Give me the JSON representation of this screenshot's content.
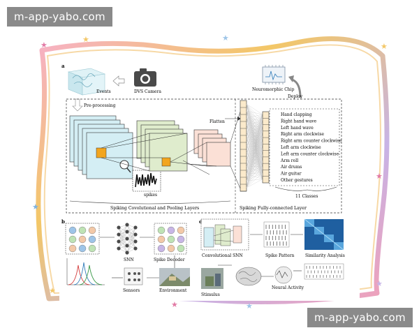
{
  "watermark": {
    "top": "m-app-yabo.com",
    "bottom": "m-app-yabo.com"
  },
  "panels": {
    "a": "a",
    "b": "b",
    "c": "c"
  },
  "top": {
    "events": "Events",
    "camera": "DVS Camera",
    "chip": "Neuromorphic Chip",
    "deploy": "Deploy",
    "preprocessing": "Pre-processing",
    "flatten": "Flatten",
    "spikes": "spikes",
    "conv_label": "Spiking Covolutional and Pooling Layers",
    "fc_label": "Spiking Fully-connected Layer",
    "class_count": "11 Classes"
  },
  "classes": [
    "Hand clapping",
    "Right hand wave",
    "Left hand wave",
    "Right arm clockwise",
    "Right arm counter clockwise",
    "Left arm clockwise",
    "Left arm counter clockwise",
    "Arm roll",
    "Air drums",
    "Air guitar",
    "Other gestures"
  ],
  "bottom_b": {
    "snn": "SNN",
    "spike_decoder": "Spike Decoder",
    "sensors": "Sensors",
    "environment": "Environment"
  },
  "bottom_c": {
    "conv_snn": "Convolutional SNN",
    "spike_pattern": "Spike Pattern",
    "similarity": "Similarity Analysis",
    "stimulus": "Stimulus",
    "neural_activity": "Neural Activity"
  },
  "colors": {
    "cyan": "#d4eef4",
    "green": "#dfeccd",
    "peach": "#fbe0d6",
    "orange": "#f2a51e",
    "heatmap": "#1f5fa0"
  }
}
